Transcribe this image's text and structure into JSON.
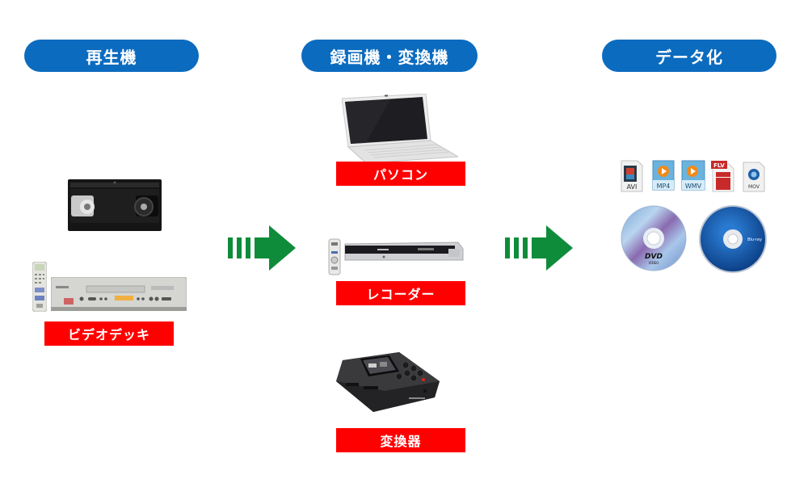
{
  "columns": [
    {
      "header": "再生機"
    },
    {
      "header": "録画機・変換機"
    },
    {
      "header": "データ化"
    }
  ],
  "playback": {
    "items": [
      {
        "label": "ビデオデッキ",
        "icon": "vhs-tape-and-vcr-icon"
      }
    ]
  },
  "recorders": {
    "items": [
      {
        "label": "パソコン",
        "icon": "laptop-icon"
      },
      {
        "label": "レコーダー",
        "icon": "recorder-icon"
      },
      {
        "label": "変換器",
        "icon": "converter-icon"
      }
    ]
  },
  "data_formats": {
    "files": [
      "AVI",
      "MP4",
      "WMV",
      "FLV",
      "MOV"
    ],
    "discs": [
      {
        "label": "DVD",
        "sub": "VIDEO",
        "icon": "dvd-disc-icon"
      },
      {
        "label": "Blu-ray",
        "icon": "bluray-disc-icon"
      }
    ]
  },
  "colors": {
    "header_blue": "#0b6bbf",
    "label_red": "#ff0000",
    "arrow_green": "#0f8c3a"
  }
}
